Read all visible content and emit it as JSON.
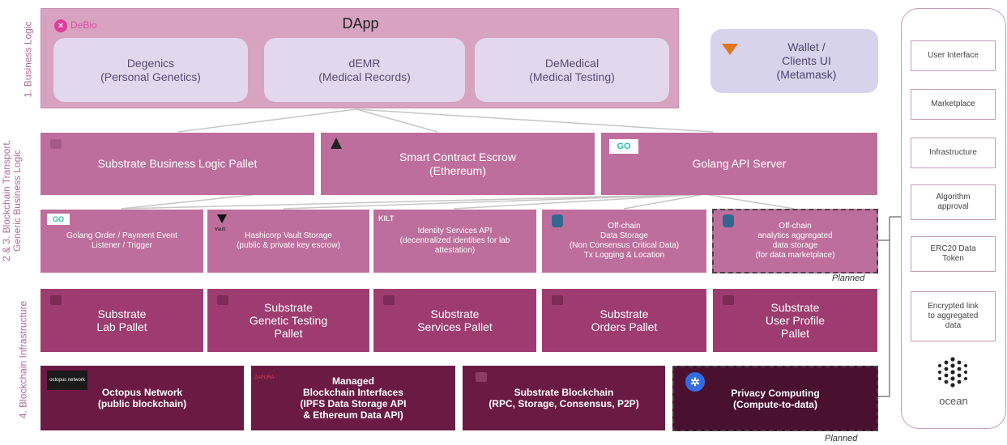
{
  "layers": {
    "business": "1. Business Logic",
    "transport": "2 & 3. Blockchain Transport, Generic Business Logic",
    "infra": "4. Blockchain Infrastructure"
  },
  "dapp": {
    "title": "DApp",
    "logo_text": "DeBio",
    "modules": [
      {
        "name": "Degenics",
        "desc": "(Personal Genetics)"
      },
      {
        "name": "dEMR",
        "desc": "(Medical Records)"
      },
      {
        "name": "DeMedical",
        "desc": "(Medical Testing)"
      }
    ]
  },
  "wallet": {
    "line1": "Wallet /",
    "line2": "Clients UI",
    "line3": "(Metamask)"
  },
  "row2": [
    {
      "line1": "Substrate Business Logic Pallet",
      "line2": ""
    },
    {
      "line1": "Smart Contract Escrow",
      "line2": "(Ethereum)"
    },
    {
      "line1": "Golang API Server",
      "line2": ""
    }
  ],
  "row3": [
    {
      "lines": [
        "Golang Order / Payment  Event",
        "Listener / Trigger"
      ]
    },
    {
      "lines": [
        "Hashicorp Vault Storage",
        "(public & private key escrow)"
      ]
    },
    {
      "lines": [
        "Identity Services API",
        "(decentralized identities for lab",
        "attestation)"
      ]
    },
    {
      "lines": [
        "Off-chain",
        "Data Storage",
        "(Non Consensus Critical Data)",
        "Tx Logging & Location"
      ]
    },
    {
      "lines": [
        "Off-chain",
        "analytics aggregated",
        "data storage",
        "(for data marketplace)"
      ]
    }
  ],
  "row4": [
    {
      "lines": [
        "Substrate",
        "Lab Pallet"
      ]
    },
    {
      "lines": [
        "Substrate",
        "Genetic Testing",
        "Pallet"
      ]
    },
    {
      "lines": [
        "Substrate",
        "Services Pallet"
      ]
    },
    {
      "lines": [
        "Substrate",
        "Orders Pallet"
      ]
    },
    {
      "lines": [
        "Substrate",
        "User Profile",
        "Pallet"
      ]
    }
  ],
  "row5": [
    {
      "lines": [
        "Octopus Network",
        "(public blockchain)"
      ]
    },
    {
      "lines": [
        "Managed",
        "Blockchain Interfaces",
        "(IPFS Data Storage API",
        "& Ethereum Data API)"
      ]
    },
    {
      "lines": [
        "Substrate Blockchain",
        "(RPC, Storage, Consensus, P2P)"
      ]
    },
    {
      "lines": [
        "Privacy Computing",
        "(Compute-to-data)"
      ]
    }
  ],
  "planned": "Planned",
  "logos": {
    "go": "GO",
    "kilt": "KILT",
    "vault": "Vault",
    "zapura": "ZAPURA",
    "octopus": "octopus network"
  },
  "ocean": {
    "items": [
      [
        "User Interface"
      ],
      [
        "Marketplace"
      ],
      [
        "Infrastructure"
      ],
      [
        "Algorithm",
        "approval"
      ],
      [
        "ERC20 Data",
        "Token"
      ],
      [
        "Encrypted link",
        "to aggregated",
        "data"
      ]
    ],
    "brand": "ocean"
  },
  "colors": {
    "business": "#d7a3c0",
    "layer2": "#be6e9d",
    "layer3": "#9e3c72",
    "layer4": "#6b1a44",
    "privacy": "#4a1030",
    "accent": "#b06a94"
  }
}
